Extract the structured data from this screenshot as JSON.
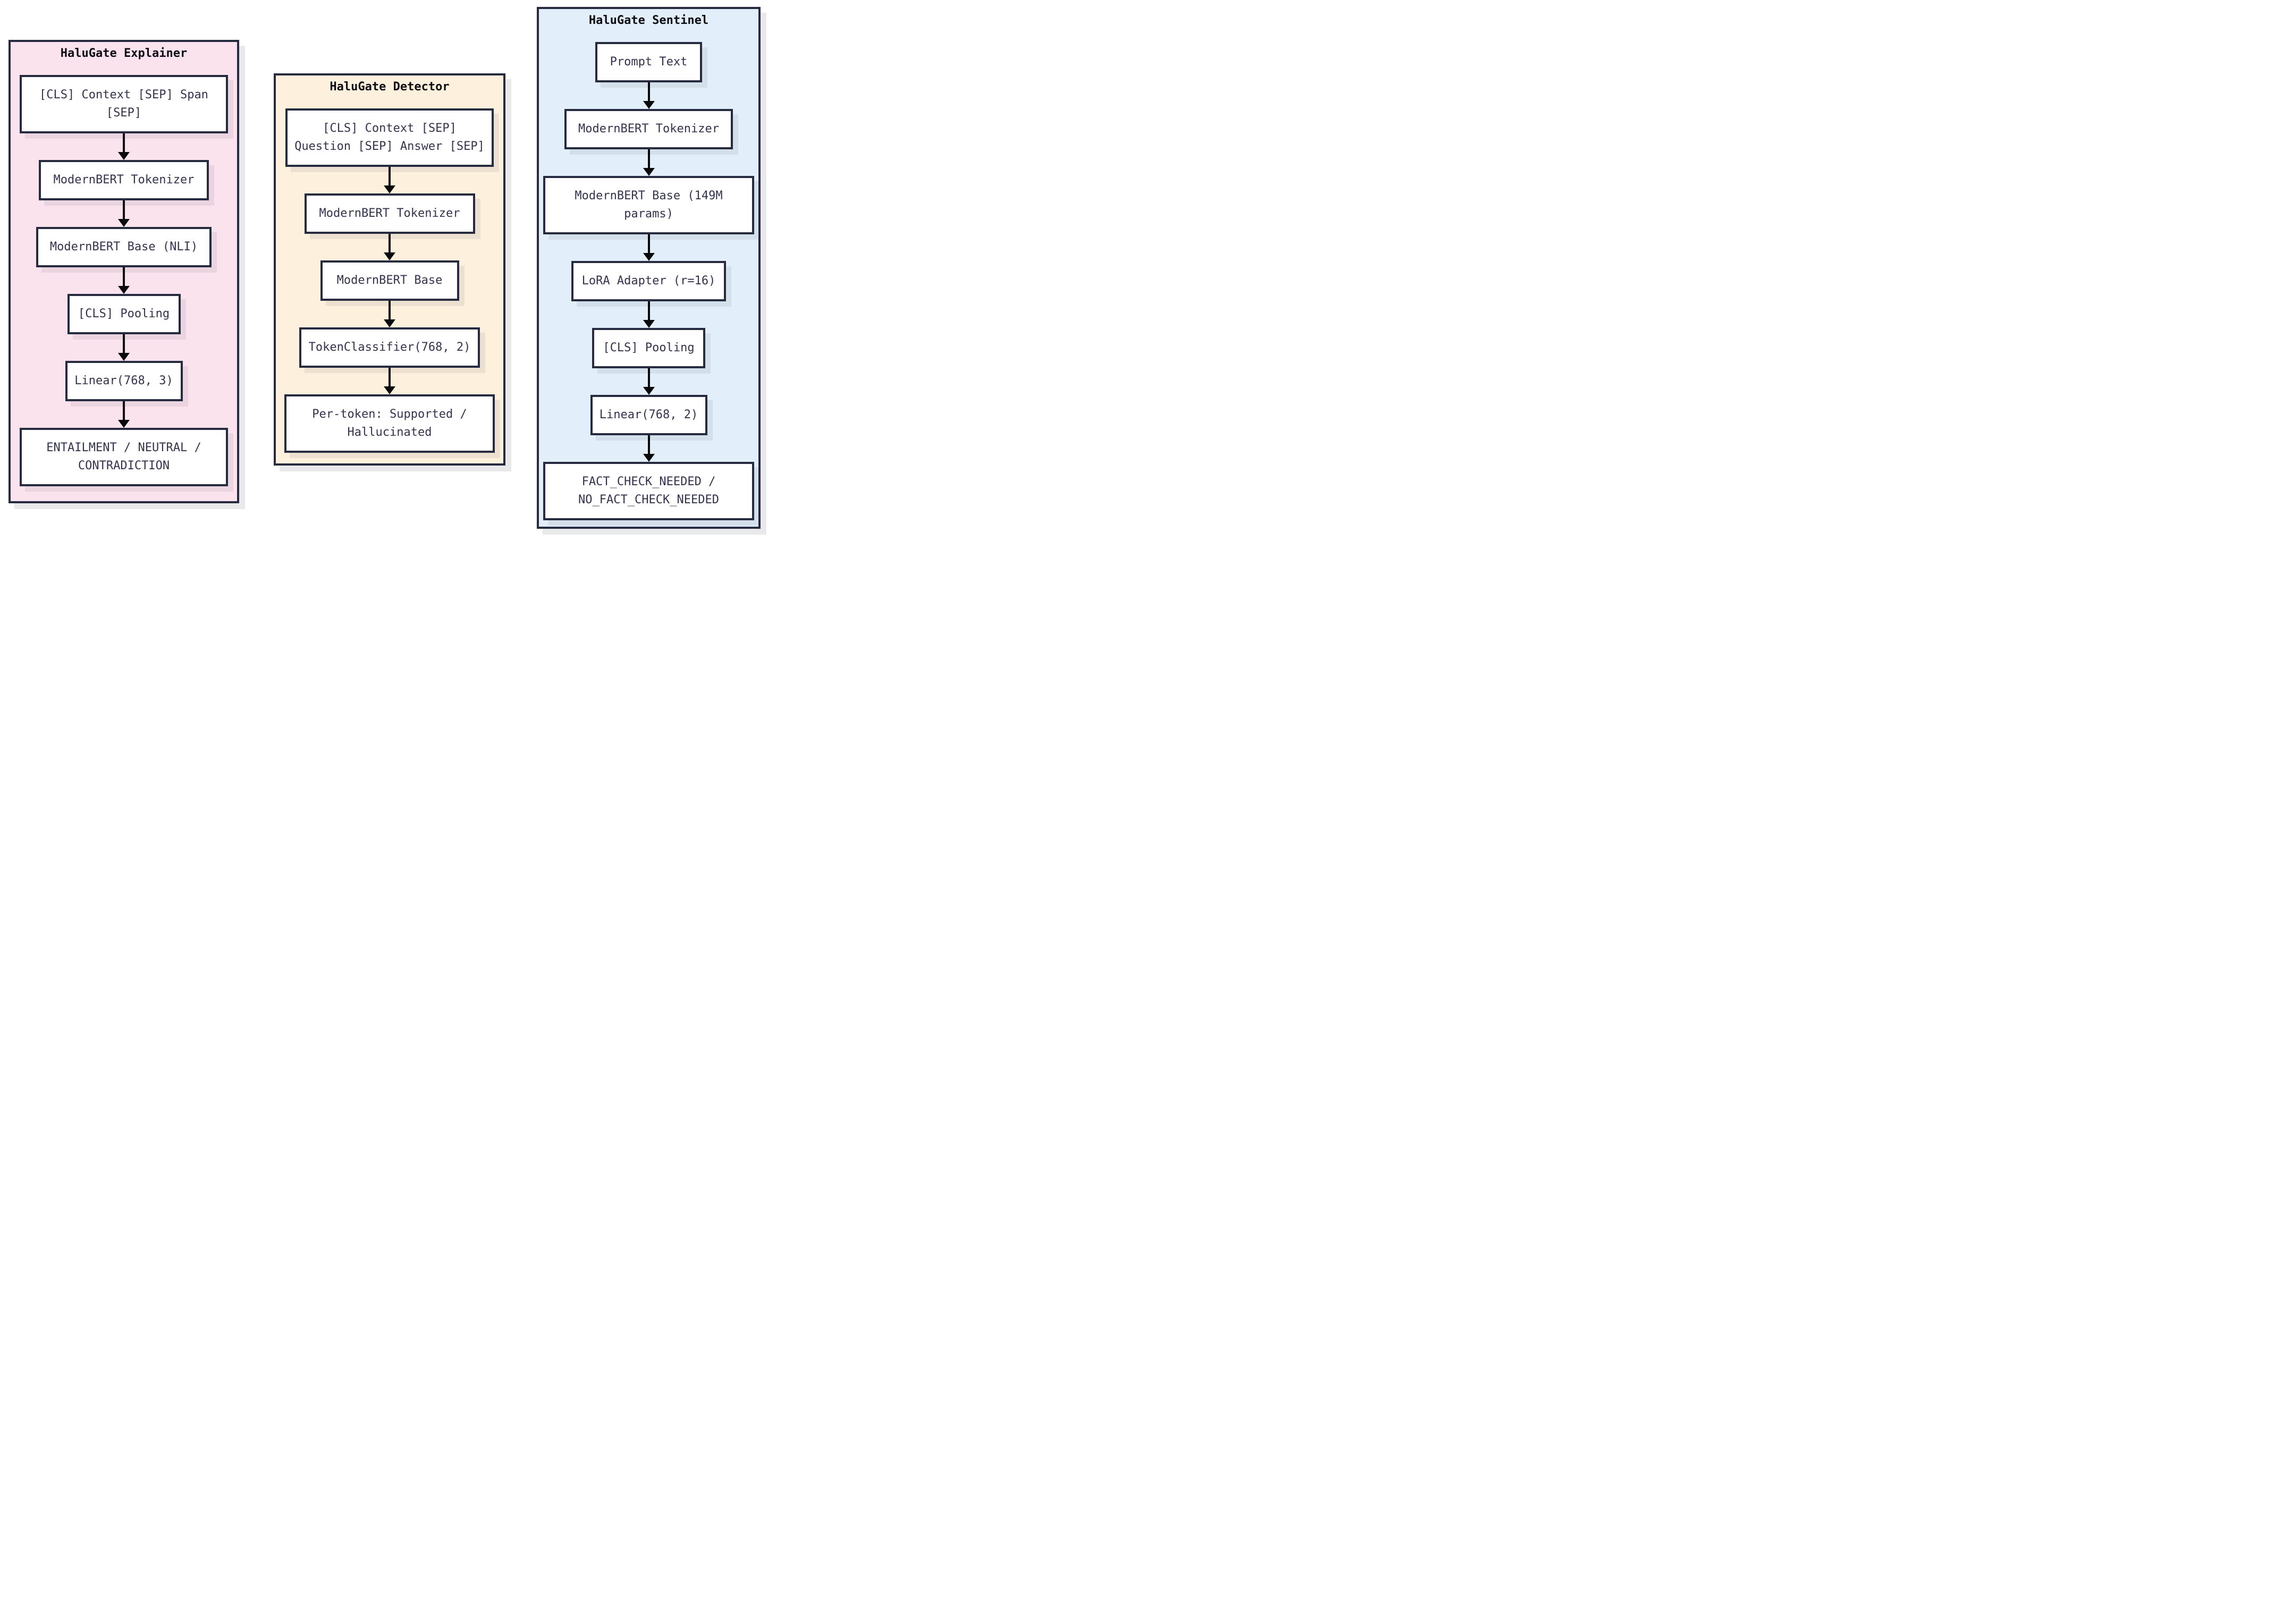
{
  "diagram": {
    "type": "flowchart",
    "description": "Three HaluGate model architecture pipelines shown as vertical flowcharts",
    "column_count": 3
  },
  "colors": {
    "page_bg": "#ffffff",
    "ink_border": "#272b3f",
    "node_bg": "#ffffff",
    "node_text": "#33334d",
    "title_text": "#0d0d12",
    "arrow": "#0a0a0a",
    "explainer_bg": "#fbe3ed",
    "detector_bg": "#fdf0dd",
    "sentinel_bg": "#e2effa"
  },
  "panels": [
    {
      "id": "explainer",
      "title": "HaluGate Explainer",
      "bg": "#fbe3ed",
      "nodes": [
        "[CLS] Context [SEP] Span [SEP]",
        "ModernBERT Tokenizer",
        "ModernBERT Base (NLI)",
        "[CLS] Pooling",
        "Linear(768, 3)",
        "ENTAILMENT / NEUTRAL / CONTRADICTION"
      ]
    },
    {
      "id": "detector",
      "title": "HaluGate Detector",
      "bg": "#fdf0dd",
      "nodes": [
        "[CLS] Context [SEP] Question [SEP] Answer [SEP]",
        "ModernBERT Tokenizer",
        "ModernBERT Base",
        "TokenClassifier(768, 2)",
        "Per-token: Supported / Hallucinated"
      ]
    },
    {
      "id": "sentinel",
      "title": "HaluGate Sentinel",
      "bg": "#e2effa",
      "nodes": [
        "Prompt Text",
        "ModernBERT Tokenizer",
        "ModernBERT Base (149M params)",
        "LoRA Adapter (r=16)",
        "[CLS] Pooling",
        "Linear(768, 2)",
        "FACT_CHECK_NEEDED / NO_FACT_CHECK_NEEDED"
      ]
    }
  ]
}
